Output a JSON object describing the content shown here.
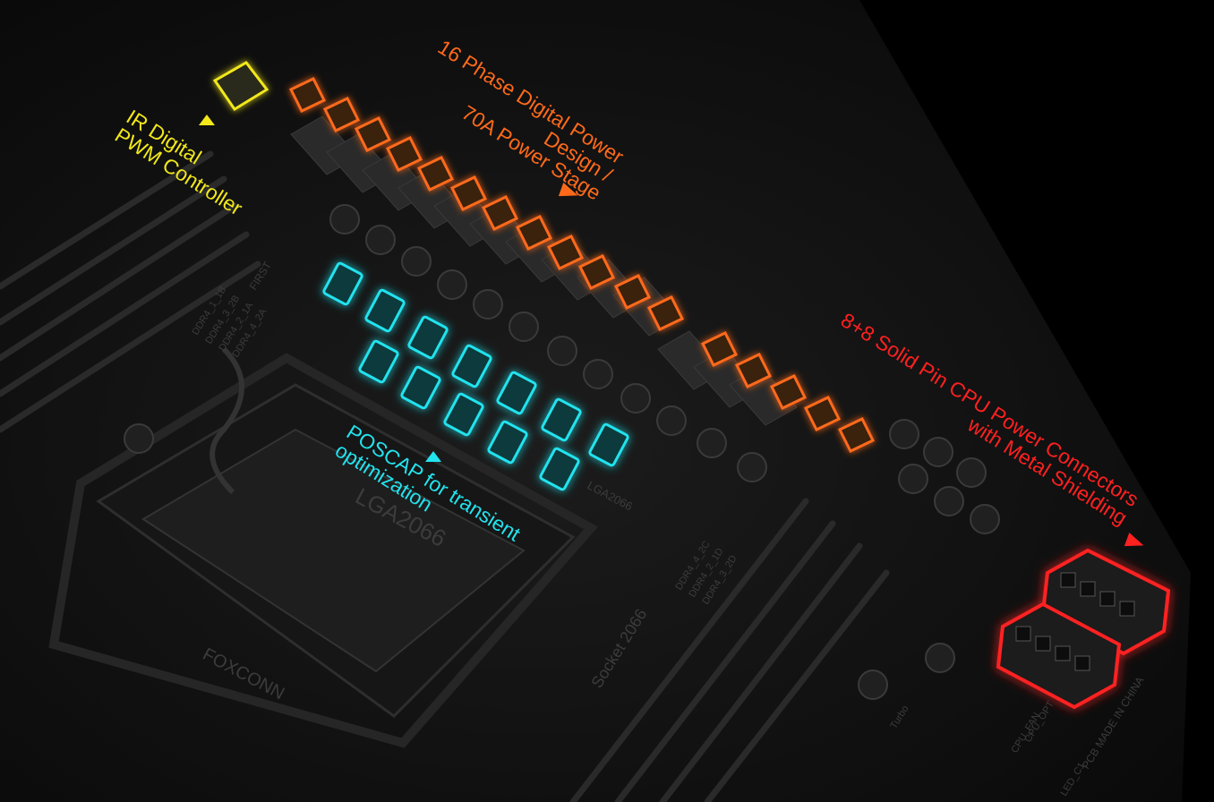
{
  "callouts": {
    "ir": {
      "lines": [
        "IR Digital",
        "PWM Controller"
      ],
      "color": "#f2e81a"
    },
    "phase": {
      "lines": [
        "16 Phase Digital Power",
        "Design /",
        "70A Power Stage"
      ],
      "color": "#ff6a1a"
    },
    "poscap": {
      "lines": [
        "POSCAP for transient",
        "optimization"
      ],
      "color": "#22e3ee"
    },
    "cpu_power": {
      "lines": [
        "8+8 Solid Pin CPU Power Connectors",
        "with Metal Shielding"
      ],
      "color": "#ff2020"
    }
  },
  "board_markings": {
    "socket": "LGA2066",
    "socket_label": "Socket 2066",
    "brand": "FOXCONN",
    "first": "FIRST",
    "made_in": "PCB MADE IN CHINA",
    "dimm_left": [
      "DDR4_1_1B",
      "DDR4_3_2B",
      "DDR4_2_1A",
      "DDR4_4_2A"
    ],
    "dimm_right": [
      "DDR4_4_2C",
      "DDR4_2_1D",
      "DDR4_3_2D"
    ],
    "fan": [
      "CPU_OPT",
      "CPU_FAN"
    ],
    "led": "LED_C1",
    "turbo": "Turbo"
  },
  "colors": {
    "background": "#000000",
    "pcb": "#151515",
    "ir_accent": "#f2e81a",
    "phase_accent": "#ff6a1a",
    "poscap_accent": "#22e3ee",
    "cpu_accent": "#ff2020"
  }
}
